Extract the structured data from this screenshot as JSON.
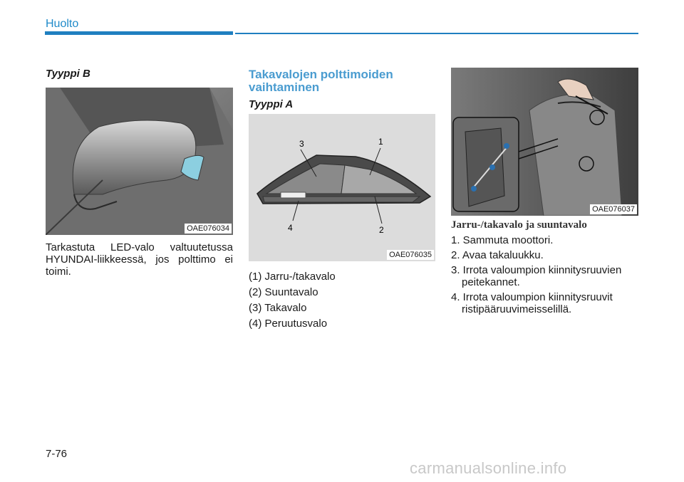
{
  "header": {
    "section": "Huolto"
  },
  "col1": {
    "heading": "Tyyppi B",
    "figure_code": "OAE076034",
    "paragraph": "Tarkastuta LED-valo valtuutetussa HYUNDAI-liikkeessä, jos polttimo ei toimi."
  },
  "col2": {
    "heading_line1": "Takavalojen polttimoiden",
    "heading_line2": "vaihtaminen",
    "subheading": "Tyyppi A",
    "figure_code": "OAE076035",
    "callouts": [
      "1",
      "2",
      "3",
      "4"
    ],
    "list": [
      "(1) Jarru-/takavalo",
      "(2) Suuntavalo",
      "(3) Takavalo",
      "(4) Peruutusvalo"
    ]
  },
  "col3": {
    "figure_code": "OAE076037",
    "heading": "Jarru-/takavalo ja suuntavalo",
    "steps": [
      "1. Sammuta moottori.",
      "2. Avaa takaluukku.",
      "3. Irrota valoumpion kiinnitysruuvien peitekannet.",
      "4. Irrota valoumpion kiinnitysruuvit ristipääruuvimeisselillä."
    ]
  },
  "footer": {
    "page": "7-76",
    "watermark": "carmanualsonline.info"
  }
}
